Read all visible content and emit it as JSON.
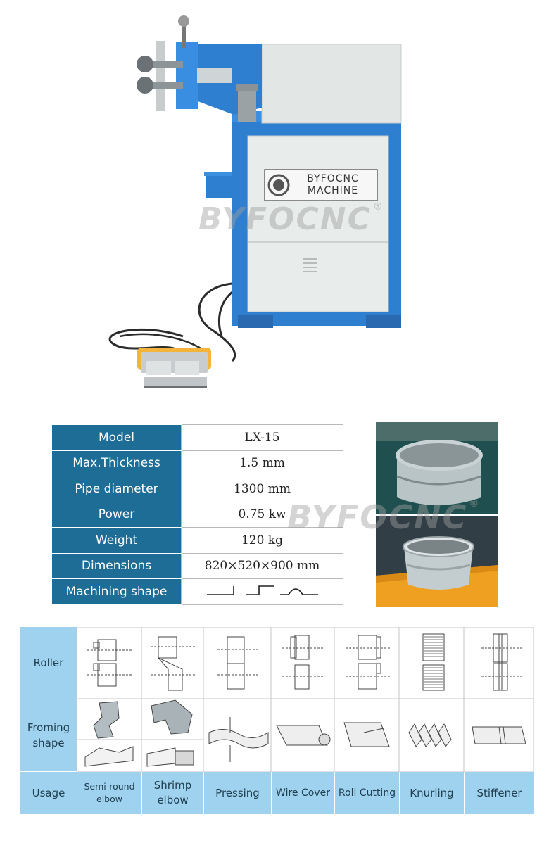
{
  "brand": {
    "logo_line1": "BYFOCNC",
    "logo_line2": "MACHINE",
    "watermark": "BYFOCNC",
    "registered": "®"
  },
  "colors": {
    "machine_blue": "#2f7fd0",
    "panel_grey": "#e4e8e6",
    "table_header": "#1e6d96",
    "process_header": "#9fd2ef",
    "pedal_yellow": "#f2b43a"
  },
  "specs": [
    {
      "label": "Model",
      "value": "LX-15"
    },
    {
      "label": "Max.Thickness",
      "value": "1.5 mm"
    },
    {
      "label": "Pipe diameter",
      "value": "1300 mm"
    },
    {
      "label": "Power",
      "value": "0.75 kw"
    },
    {
      "label": "Weight",
      "value": "120 kg"
    },
    {
      "label": "Dimensions",
      "value": "820×520×900 mm"
    },
    {
      "label": "Machining shape",
      "value": ""
    }
  ],
  "process": {
    "row_labels": {
      "roller": "Roller",
      "forming": "Froming shape",
      "usage": "Usage"
    },
    "usages": [
      "Semi-round elbow",
      "Shrimp elbow",
      "Pressing",
      "Wire Cover",
      "Roll Cutting",
      "Knurling",
      "Stiffener"
    ]
  }
}
